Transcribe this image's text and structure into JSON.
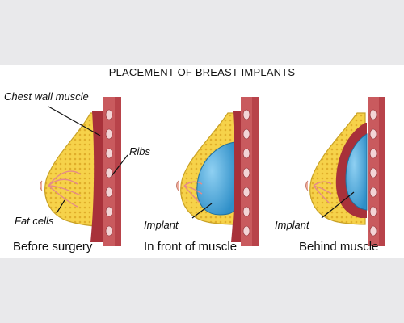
{
  "title": "PLACEMENT OF BREAST IMPLANTS",
  "labels": {
    "chest_wall_muscle": "Chest wall muscle",
    "ribs": "Ribs",
    "fat_cells": "Fat cells",
    "implant_front": "Implant",
    "implant_behind": "Implant"
  },
  "captions": {
    "before": "Before surgery",
    "front": "In front of muscle",
    "behind": "Behind muscle"
  },
  "colors": {
    "muscle": "#a8313a",
    "fat": "#f2c83c",
    "tissue_outline": "#c9a227",
    "implant": "#4fa9d8",
    "rib_pink": "#f3d4d6"
  }
}
